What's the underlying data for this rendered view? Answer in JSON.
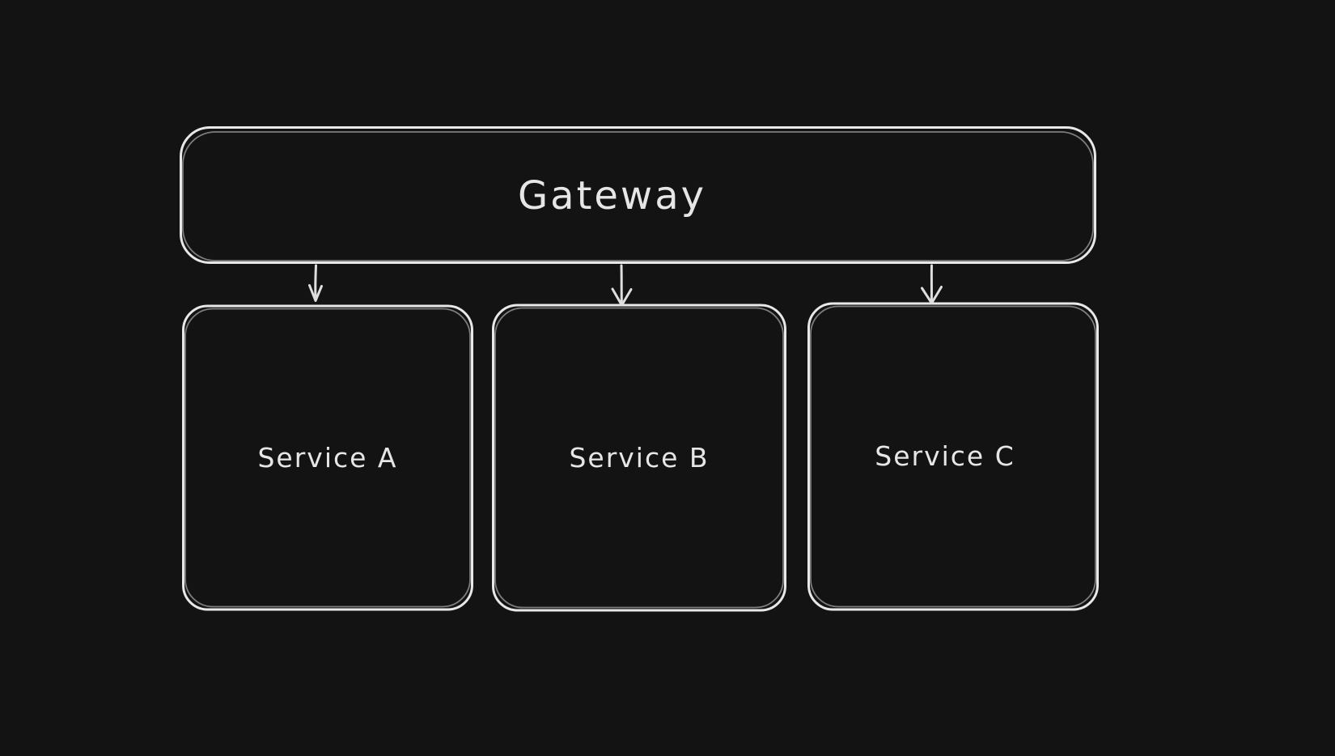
{
  "canvas": {
    "background_color": "#131313",
    "stroke_color": "#e8e8e8",
    "text_color": "#e6e6e6",
    "style": "hand-drawn-sketch"
  },
  "diagram": {
    "nodes": [
      {
        "id": "gateway",
        "label": "Gateway",
        "shape": "rounded-rectangle"
      },
      {
        "id": "service-a",
        "label": "Service A",
        "shape": "rounded-rectangle"
      },
      {
        "id": "service-b",
        "label": "Service B",
        "shape": "rounded-rectangle"
      },
      {
        "id": "service-c",
        "label": "Service C",
        "shape": "rounded-rectangle"
      }
    ],
    "edges": [
      {
        "from": "gateway",
        "to": "service-a",
        "direction": "down",
        "style": "arrow"
      },
      {
        "from": "gateway",
        "to": "service-b",
        "direction": "down",
        "style": "arrow"
      },
      {
        "from": "gateway",
        "to": "service-c",
        "direction": "down",
        "style": "arrow"
      }
    ]
  }
}
